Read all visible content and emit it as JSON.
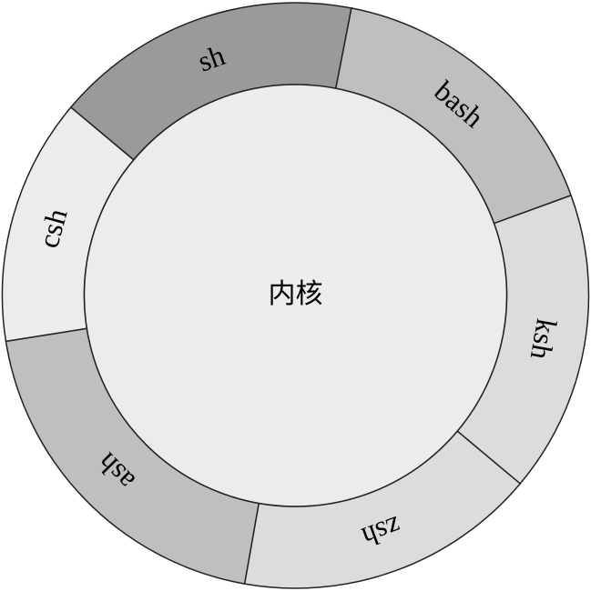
{
  "core": {
    "label": "内核",
    "color": "#ececec"
  },
  "segments": [
    {
      "label": "sh",
      "color": "#9a9a9a"
    },
    {
      "label": "bash",
      "color": "#bfbfbf"
    },
    {
      "label": "ksh",
      "color": "#dcdcdc"
    },
    {
      "label": "zsh",
      "color": "#dcdcdc"
    },
    {
      "label": "ash",
      "color": "#bfbfbf"
    },
    {
      "label": "csh",
      "color": "#ececec"
    }
  ],
  "colors": {
    "stroke": "#222222",
    "background": "#ffffff"
  }
}
